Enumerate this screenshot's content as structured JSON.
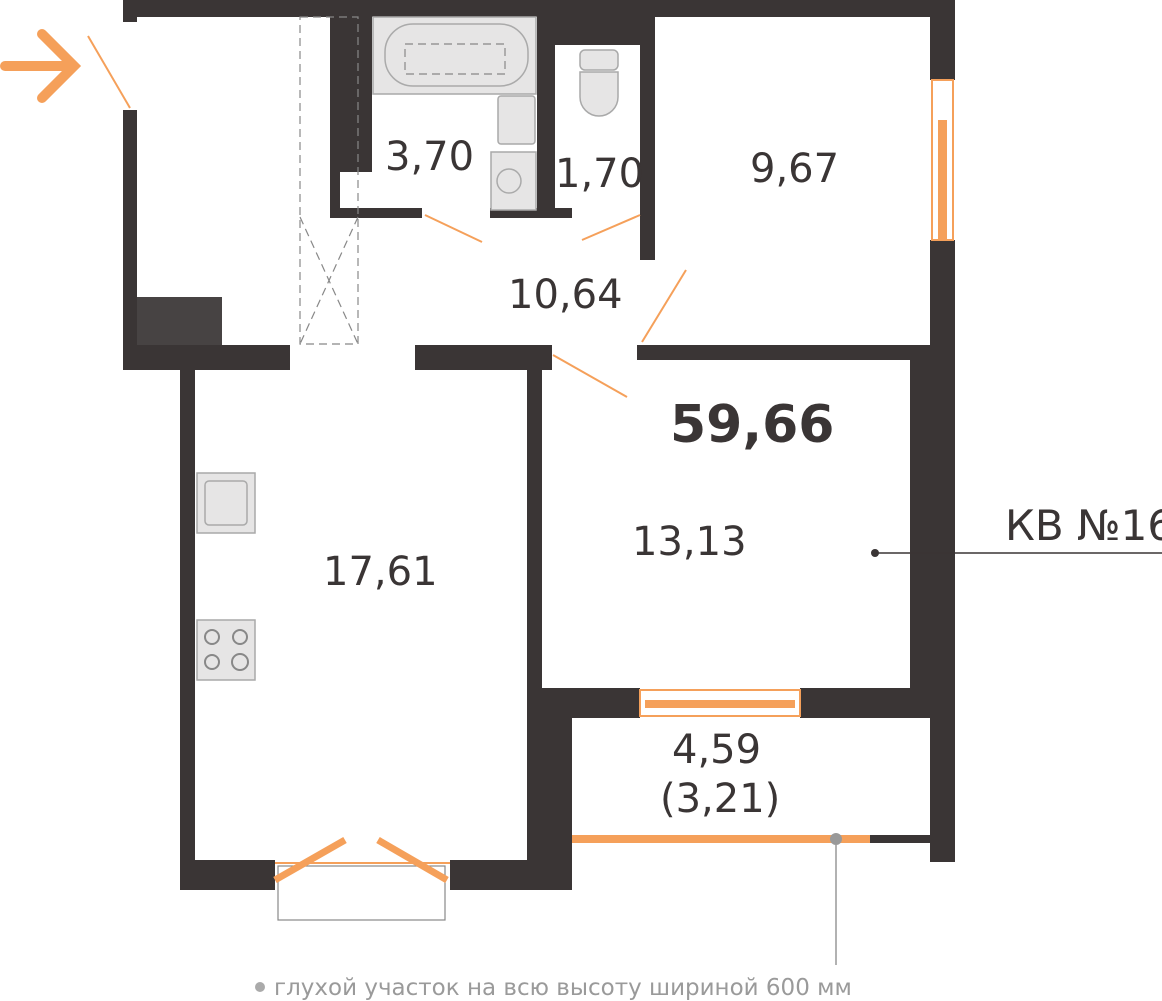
{
  "plan": {
    "total_area": "59,66",
    "apartment_label": "КВ №16",
    "rooms": {
      "bathroom": "3,70",
      "toilet": "1,70",
      "bedroom_small": "9,67",
      "hallway": "10,64",
      "bedroom": "13,13",
      "kitchen_living": "17,61",
      "balcony": "4,59",
      "balcony_reduced": "(3,21)"
    },
    "footnote": "глухой участок на всю высоту шириной 600 мм"
  },
  "colors": {
    "wall": "#3a3535",
    "accent": "#f5a05a",
    "fixture": "#e6e5e5"
  },
  "icons": {
    "entrance": "arrow-right-icon"
  }
}
